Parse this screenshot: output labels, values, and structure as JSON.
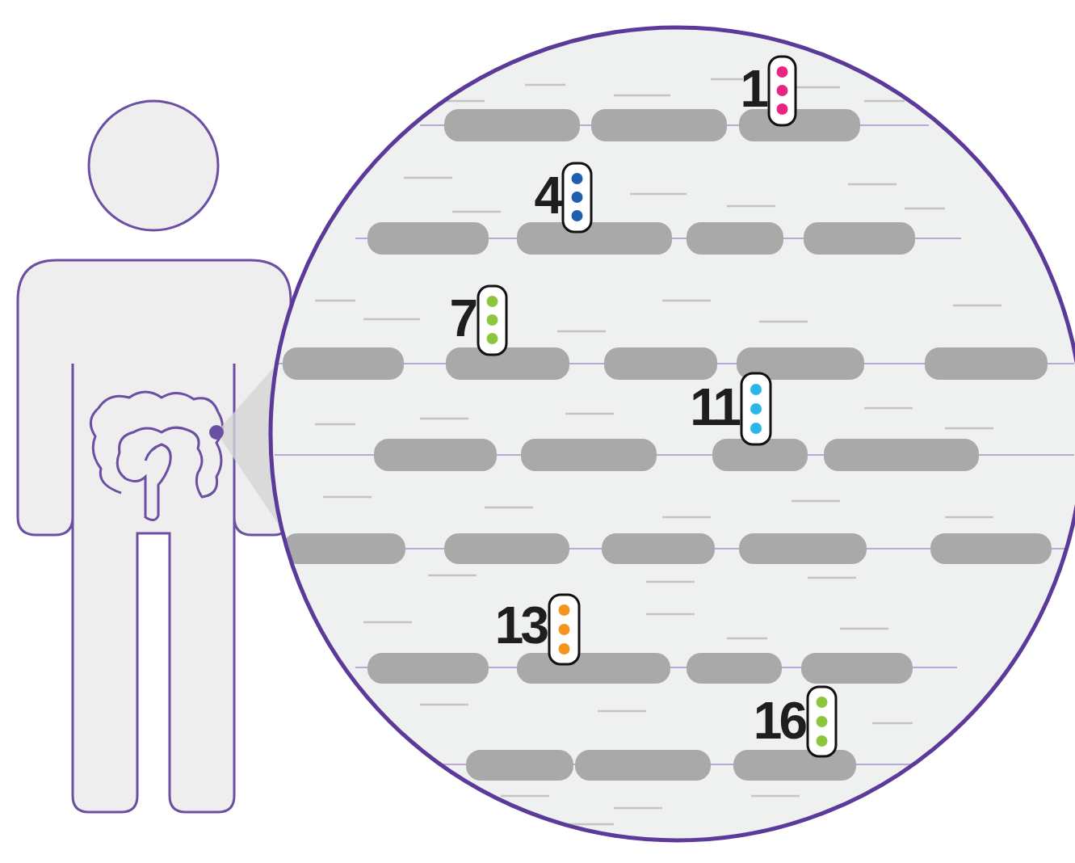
{
  "diagram": {
    "labels": [
      "1",
      "4",
      "7",
      "11",
      "13",
      "16"
    ]
  }
}
